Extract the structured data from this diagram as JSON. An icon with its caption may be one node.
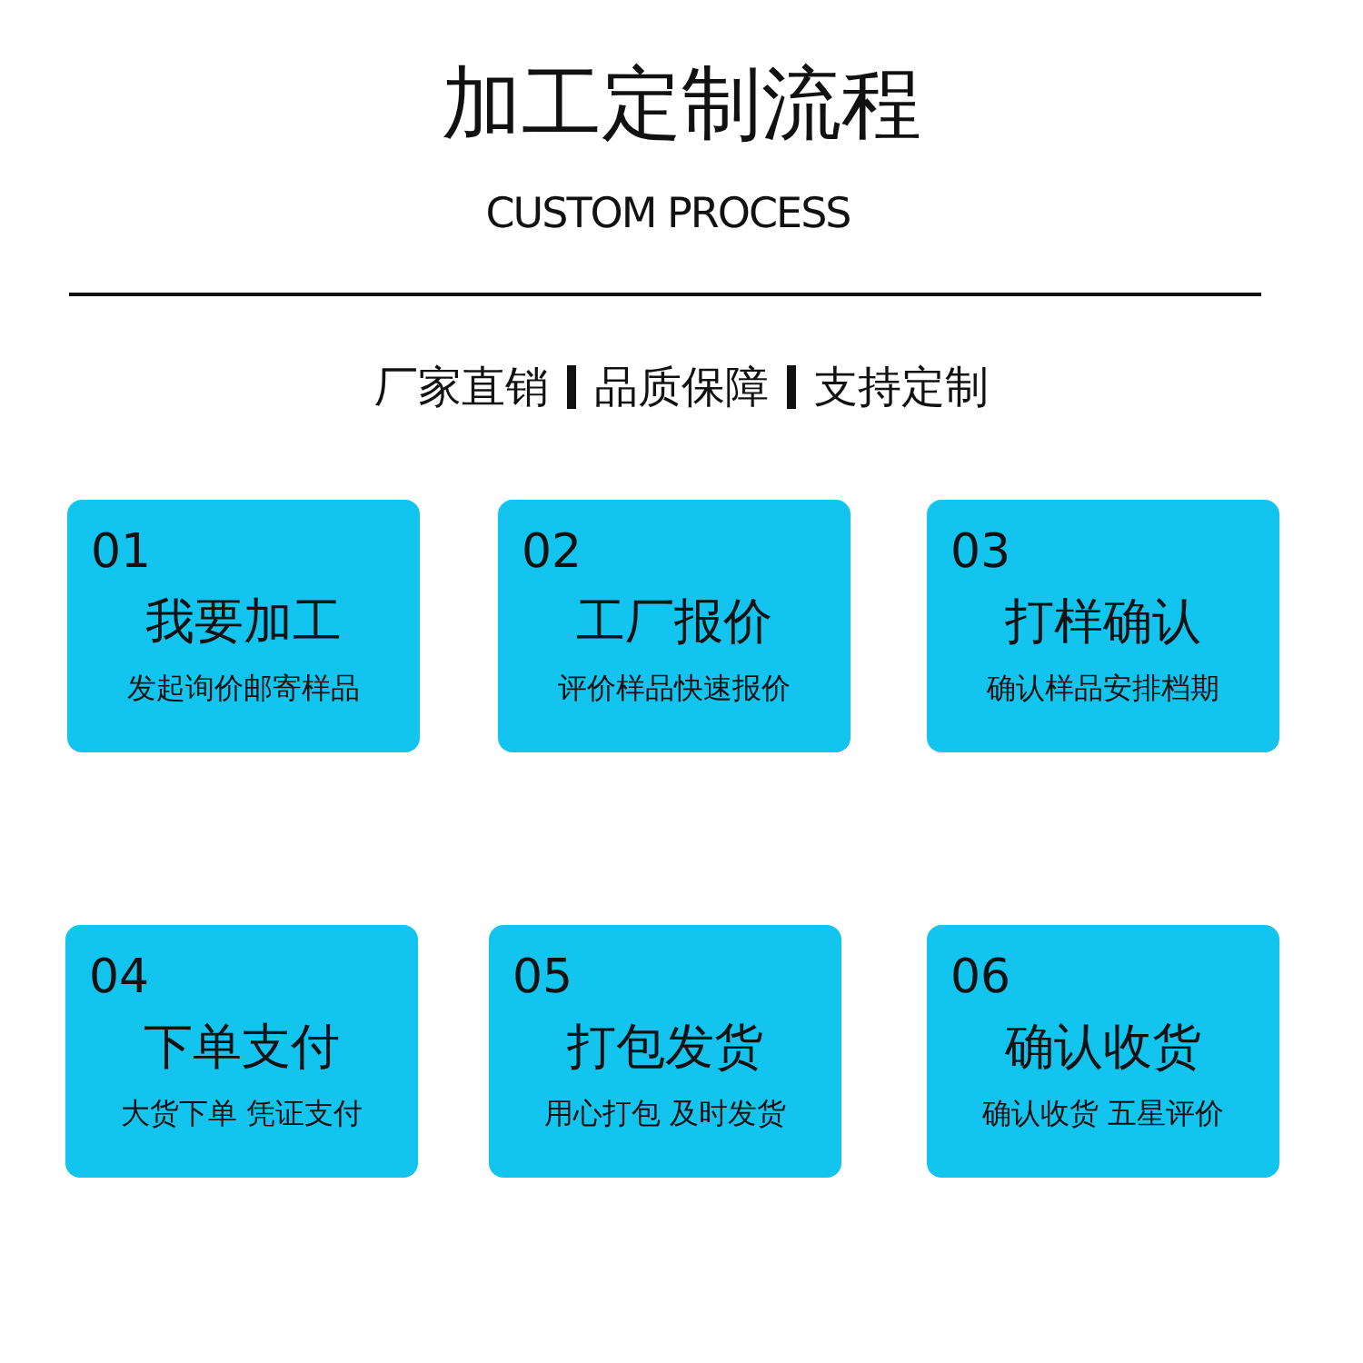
{
  "diagram": {
    "title": "加工定制流程",
    "nodes": [
      {
        "text": [
          "01",
          "我要加工",
          "发起询价邮寄样品"
        ]
      },
      {
        "text": [
          "02",
          "工厂报价",
          "评价样品快速报价"
        ]
      },
      {
        "text": [
          "03",
          "打样确认",
          "确认样品安排档期"
        ]
      },
      {
        "text": [
          "04",
          "下单支付",
          "大货下单 凭证支付"
        ]
      },
      {
        "text": [
          "05",
          "打包发货",
          "用心打包 及时发货"
        ]
      },
      {
        "text": [
          "06",
          "确认收货",
          "确认收货 五星评价"
        ]
      }
    ],
    "edges": [],
    "labels": [
      "CUSTOM PROCESS",
      "厂家直销",
      "品质保障",
      "支持定制"
    ]
  }
}
